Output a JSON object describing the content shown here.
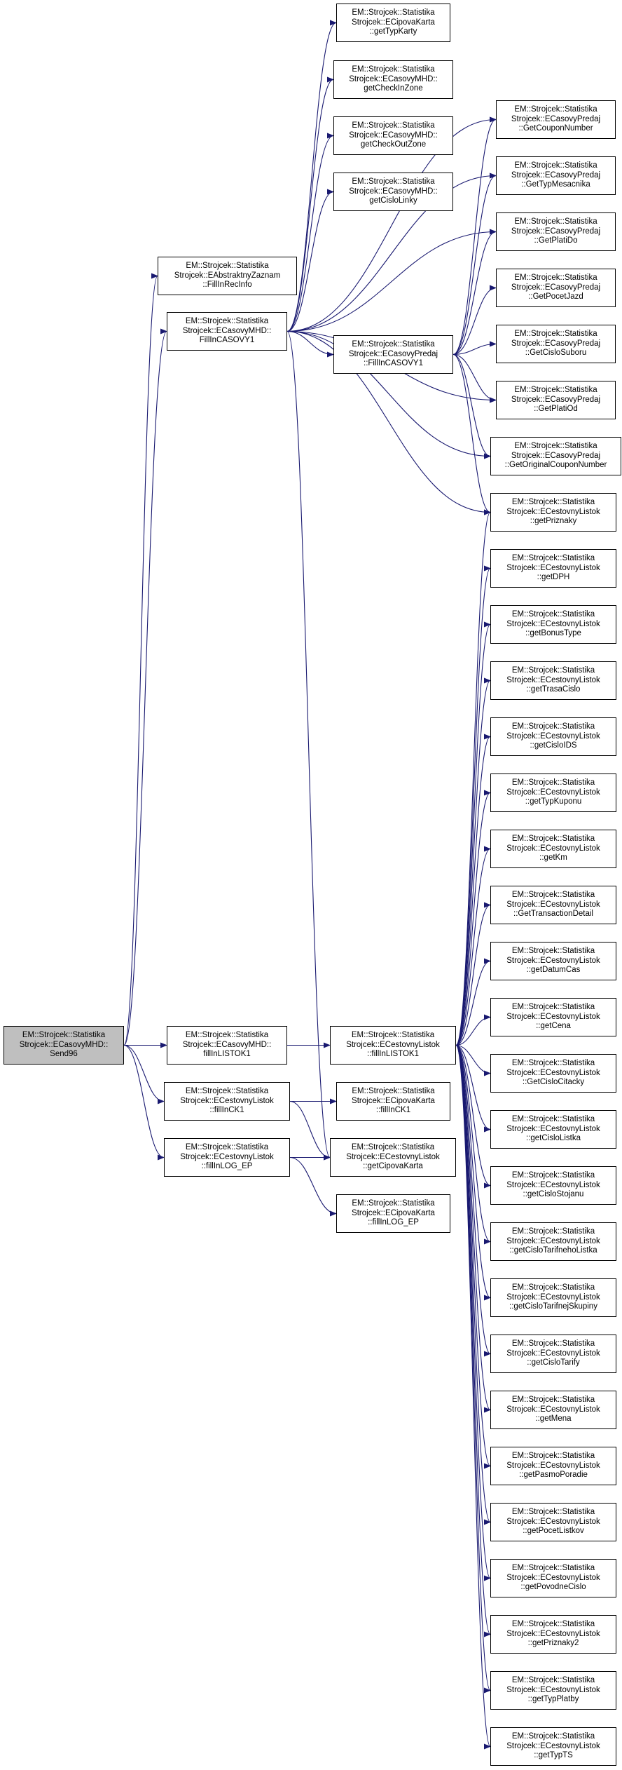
{
  "diagram": {
    "type": "call-graph",
    "edge_color": "#191970",
    "root_fill": "#bfbfbf",
    "nodes": [
      {
        "id": "send96",
        "lines": [
          "EM::Strojcek::Statistika",
          "Strojcek::ECasovyMHD::",
          "Send96"
        ],
        "root": true
      },
      {
        "id": "fillinrecinfo",
        "lines": [
          "EM::Strojcek::Statistika",
          "Strojcek::EAbstraktnyZaznam",
          "::FillInRecInfo"
        ]
      },
      {
        "id": "mhd-fillincasovy1",
        "lines": [
          "EM::Strojcek::Statistika",
          "Strojcek::ECasovyMHD::",
          "FillInCASOVY1"
        ]
      },
      {
        "id": "mhd-fillinlistok1",
        "lines": [
          "EM::Strojcek::Statistika",
          "Strojcek::ECasovyMHD::",
          "fillInLISTOK1"
        ]
      },
      {
        "id": "listok-fillinck1",
        "lines": [
          "EM::Strojcek::Statistika",
          "Strojcek::ECestovnyListok",
          "::fillInCK1"
        ]
      },
      {
        "id": "listok-fillinlogep",
        "lines": [
          "EM::Strojcek::Statistika",
          "Strojcek::ECestovnyListok",
          "::fillInLOG_EP"
        ]
      },
      {
        "id": "gettypkarty",
        "lines": [
          "EM::Strojcek::Statistika",
          "Strojcek::ECipovaKarta",
          "::getTypKarty"
        ]
      },
      {
        "id": "getcheckinzone",
        "lines": [
          "EM::Strojcek::Statistika",
          "Strojcek::ECasovyMHD::",
          "getCheckInZone"
        ]
      },
      {
        "id": "getcheckoutzone",
        "lines": [
          "EM::Strojcek::Statistika",
          "Strojcek::ECasovyMHD::",
          "getCheckOutZone"
        ]
      },
      {
        "id": "getcislolinky",
        "lines": [
          "EM::Strojcek::Statistika",
          "Strojcek::ECasovyMHD::",
          "getCisloLinky"
        ]
      },
      {
        "id": "predaj-fillincasovy1",
        "lines": [
          "EM::Strojcek::Statistika",
          "Strojcek::ECasovyPredaj",
          "::FillInCASOVY1"
        ]
      },
      {
        "id": "listok-fillinlistok1",
        "lines": [
          "EM::Strojcek::Statistika",
          "Strojcek::ECestovnyListok",
          "::fillInLISTOK1"
        ]
      },
      {
        "id": "karta-fillinck1",
        "lines": [
          "EM::Strojcek::Statistika",
          "Strojcek::ECipovaKarta",
          "::fillInCK1"
        ]
      },
      {
        "id": "getcipovakarta",
        "lines": [
          "EM::Strojcek::Statistika",
          "Strojcek::ECestovnyListok",
          "::getCipovaKarta"
        ]
      },
      {
        "id": "karta-fillinlogep",
        "lines": [
          "EM::Strojcek::Statistika",
          "Strojcek::ECipovaKarta",
          "::fillInLOG_EP"
        ]
      },
      {
        "id": "getcouponnumber",
        "lines": [
          "EM::Strojcek::Statistika",
          "Strojcek::ECasovyPredaj",
          "::GetCouponNumber"
        ]
      },
      {
        "id": "gettypmesacnika",
        "lines": [
          "EM::Strojcek::Statistika",
          "Strojcek::ECasovyPredaj",
          "::GetTypMesacnika"
        ]
      },
      {
        "id": "getplatido",
        "lines": [
          "EM::Strojcek::Statistika",
          "Strojcek::ECasovyPredaj",
          "::GetPlatiDo"
        ]
      },
      {
        "id": "getpocetjazd",
        "lines": [
          "EM::Strojcek::Statistika",
          "Strojcek::ECasovyPredaj",
          "::GetPocetJazd"
        ]
      },
      {
        "id": "getcislosuboru",
        "lines": [
          "EM::Strojcek::Statistika",
          "Strojcek::ECasovyPredaj",
          "::GetCisloSuboru"
        ]
      },
      {
        "id": "getplatiod",
        "lines": [
          "EM::Strojcek::Statistika",
          "Strojcek::ECasovyPredaj",
          "::GetPlatiOd"
        ]
      },
      {
        "id": "getoriginalcouponnumber",
        "lines": [
          "EM::Strojcek::Statistika",
          "Strojcek::ECasovyPredaj",
          "::GetOriginalCouponNumber"
        ]
      },
      {
        "id": "getpriznaky",
        "lines": [
          "EM::Strojcek::Statistika",
          "Strojcek::ECestovnyListok",
          "::getPriznaky"
        ]
      },
      {
        "id": "getdph",
        "lines": [
          "EM::Strojcek::Statistika",
          "Strojcek::ECestovnyListok",
          "::getDPH"
        ]
      },
      {
        "id": "getbonustype",
        "lines": [
          "EM::Strojcek::Statistika",
          "Strojcek::ECestovnyListok",
          "::getBonusType"
        ]
      },
      {
        "id": "gettrasacislo",
        "lines": [
          "EM::Strojcek::Statistika",
          "Strojcek::ECestovnyListok",
          "::getTrasaCislo"
        ]
      },
      {
        "id": "getcisloids",
        "lines": [
          "EM::Strojcek::Statistika",
          "Strojcek::ECestovnyListok",
          "::getCisloIDS"
        ]
      },
      {
        "id": "gettypkuponu",
        "lines": [
          "EM::Strojcek::Statistika",
          "Strojcek::ECestovnyListok",
          "::getTypKuponu"
        ]
      },
      {
        "id": "getkm",
        "lines": [
          "EM::Strojcek::Statistika",
          "Strojcek::ECestovnyListok",
          "::getKm"
        ]
      },
      {
        "id": "gettransactiondetail",
        "lines": [
          "EM::Strojcek::Statistika",
          "Strojcek::ECestovnyListok",
          "::GetTransactionDetail"
        ]
      },
      {
        "id": "getdatumcas",
        "lines": [
          "EM::Strojcek::Statistika",
          "Strojcek::ECestovnyListok",
          "::getDatumCas"
        ]
      },
      {
        "id": "getcena",
        "lines": [
          "EM::Strojcek::Statistika",
          "Strojcek::ECestovnyListok",
          "::getCena"
        ]
      },
      {
        "id": "getcislocitacky",
        "lines": [
          "EM::Strojcek::Statistika",
          "Strojcek::ECestovnyListok",
          "::GetCisloCitacky"
        ]
      },
      {
        "id": "getcislolistka",
        "lines": [
          "EM::Strojcek::Statistika",
          "Strojcek::ECestovnyListok",
          "::getCisloListka"
        ]
      },
      {
        "id": "getcislostojanu",
        "lines": [
          "EM::Strojcek::Statistika",
          "Strojcek::ECestovnyListok",
          "::getCisloStojanu"
        ]
      },
      {
        "id": "getcislotarifnehollistka",
        "lines": [
          "EM::Strojcek::Statistika",
          "Strojcek::ECestovnyListok",
          "::getCisloTarifnehoListka"
        ]
      },
      {
        "id": "getcislotarifnejskupiny",
        "lines": [
          "EM::Strojcek::Statistika",
          "Strojcek::ECestovnyListok",
          "::getCisloTarifnejSkupiny"
        ]
      },
      {
        "id": "getcislotarify",
        "lines": [
          "EM::Strojcek::Statistika",
          "Strojcek::ECestovnyListok",
          "::getCisloTarify"
        ]
      },
      {
        "id": "getmena",
        "lines": [
          "EM::Strojcek::Statistika",
          "Strojcek::ECestovnyListok",
          "::getMena"
        ]
      },
      {
        "id": "getpasmoporadie",
        "lines": [
          "EM::Strojcek::Statistika",
          "Strojcek::ECestovnyListok",
          "::getPasmoPoradie"
        ]
      },
      {
        "id": "getpocetlistkov",
        "lines": [
          "EM::Strojcek::Statistika",
          "Strojcek::ECestovnyListok",
          "::getPocetListkov"
        ]
      },
      {
        "id": "getpovodnecislo",
        "lines": [
          "EM::Strojcek::Statistika",
          "Strojcek::ECestovnyListok",
          "::getPovodneCislo"
        ]
      },
      {
        "id": "getpriznaky2",
        "lines": [
          "EM::Strojcek::Statistika",
          "Strojcek::ECestovnyListok",
          "::getPriznaky2"
        ]
      },
      {
        "id": "gettypplatby",
        "lines": [
          "EM::Strojcek::Statistika",
          "Strojcek::ECestovnyListok",
          "::getTypPlatby"
        ]
      },
      {
        "id": "gettypts",
        "lines": [
          "EM::Strojcek::Statistika",
          "Strojcek::ECestovnyListok",
          "::getTypTS"
        ]
      }
    ],
    "edges": [
      [
        "send96",
        "fillinrecinfo"
      ],
      [
        "send96",
        "mhd-fillincasovy1"
      ],
      [
        "send96",
        "mhd-fillinlistok1"
      ],
      [
        "send96",
        "listok-fillinck1"
      ],
      [
        "send96",
        "listok-fillinlogep"
      ],
      [
        "mhd-fillincasovy1",
        "gettypkarty"
      ],
      [
        "mhd-fillincasovy1",
        "getcheckinzone"
      ],
      [
        "mhd-fillincasovy1",
        "getcheckoutzone"
      ],
      [
        "mhd-fillincasovy1",
        "getcislolinky"
      ],
      [
        "mhd-fillincasovy1",
        "getcouponnumber"
      ],
      [
        "mhd-fillincasovy1",
        "gettypmesacnika"
      ],
      [
        "mhd-fillincasovy1",
        "getplatido"
      ],
      [
        "mhd-fillincasovy1",
        "predaj-fillincasovy1"
      ],
      [
        "mhd-fillincasovy1",
        "getplatiod"
      ],
      [
        "mhd-fillincasovy1",
        "getoriginalcouponnumber"
      ],
      [
        "mhd-fillincasovy1",
        "getpriznaky"
      ],
      [
        "mhd-fillincasovy1",
        "getcipovakarta"
      ],
      [
        "predaj-fillincasovy1",
        "getcouponnumber"
      ],
      [
        "predaj-fillincasovy1",
        "gettypmesacnika"
      ],
      [
        "predaj-fillincasovy1",
        "getplatido"
      ],
      [
        "predaj-fillincasovy1",
        "getpocetjazd"
      ],
      [
        "predaj-fillincasovy1",
        "getcislosuboru"
      ],
      [
        "predaj-fillincasovy1",
        "getplatiod"
      ],
      [
        "predaj-fillincasovy1",
        "getoriginalcouponnumber"
      ],
      [
        "predaj-fillincasovy1",
        "getpriznaky"
      ],
      [
        "mhd-fillinlistok1",
        "listok-fillinlistok1"
      ],
      [
        "listok-fillinck1",
        "karta-fillinck1"
      ],
      [
        "listok-fillinck1",
        "getcipovakarta"
      ],
      [
        "listok-fillinlogep",
        "getcipovakarta"
      ],
      [
        "listok-fillinlogep",
        "karta-fillinlogep"
      ],
      [
        "listok-fillinlistok1",
        "getpriznaky"
      ],
      [
        "listok-fillinlistok1",
        "getdph"
      ],
      [
        "listok-fillinlistok1",
        "getbonustype"
      ],
      [
        "listok-fillinlistok1",
        "gettrasacislo"
      ],
      [
        "listok-fillinlistok1",
        "getcisloids"
      ],
      [
        "listok-fillinlistok1",
        "gettypkuponu"
      ],
      [
        "listok-fillinlistok1",
        "getkm"
      ],
      [
        "listok-fillinlistok1",
        "gettransactiondetail"
      ],
      [
        "listok-fillinlistok1",
        "getdatumcas"
      ],
      [
        "listok-fillinlistok1",
        "getcena"
      ],
      [
        "listok-fillinlistok1",
        "getcislocitacky"
      ],
      [
        "listok-fillinlistok1",
        "getcislolistka"
      ],
      [
        "listok-fillinlistok1",
        "getcislostojanu"
      ],
      [
        "listok-fillinlistok1",
        "getcislotarifnehollistka"
      ],
      [
        "listok-fillinlistok1",
        "getcislotarifnejskupiny"
      ],
      [
        "listok-fillinlistok1",
        "getcislotarify"
      ],
      [
        "listok-fillinlistok1",
        "getmena"
      ],
      [
        "listok-fillinlistok1",
        "getpasmoporadie"
      ],
      [
        "listok-fillinlistok1",
        "getpocetlistkov"
      ],
      [
        "listok-fillinlistok1",
        "getpovodnecislo"
      ],
      [
        "listok-fillinlistok1",
        "getpriznaky2"
      ],
      [
        "listok-fillinlistok1",
        "gettypplatby"
      ],
      [
        "listok-fillinlistok1",
        "gettypts"
      ]
    ]
  }
}
